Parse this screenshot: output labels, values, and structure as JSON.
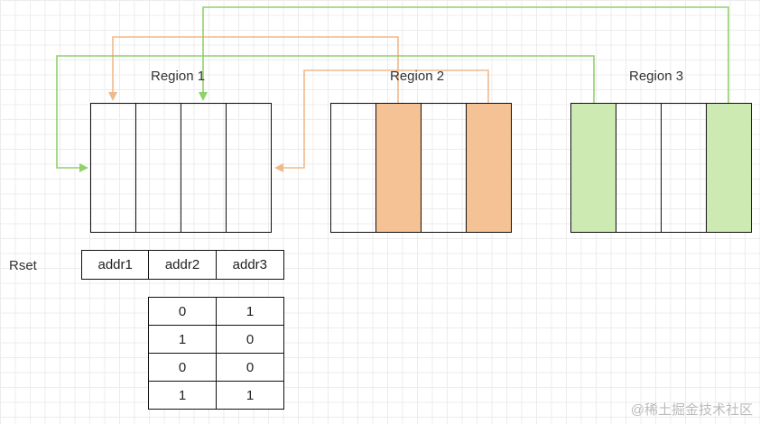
{
  "colors": {
    "orange": "#f4c295",
    "green": "#cdeab3",
    "orange_line": "#f0b98c",
    "green_line": "#8fd16a"
  },
  "regions": [
    {
      "label": "Region 1",
      "cells": [
        "white",
        "white",
        "white",
        "white"
      ]
    },
    {
      "label": "Region 2",
      "cells": [
        "white",
        "orange",
        "white",
        "orange"
      ]
    },
    {
      "label": "Region 3",
      "cells": [
        "green",
        "white",
        "white",
        "green"
      ]
    }
  ],
  "rset": {
    "label": "Rset",
    "entries": [
      "addr1",
      "addr2",
      "addr3"
    ]
  },
  "bitmap": [
    [
      "0",
      "1"
    ],
    [
      "1",
      "0"
    ],
    [
      "0",
      "0"
    ],
    [
      "1",
      "1"
    ]
  ],
  "watermark": "@稀土掘金技术社区"
}
